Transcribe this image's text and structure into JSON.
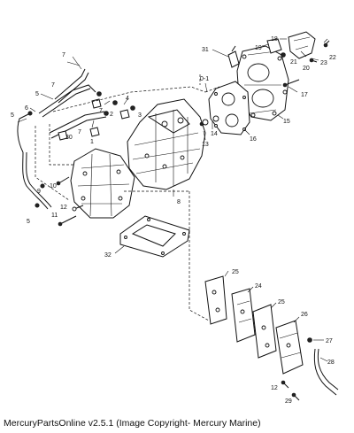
{
  "footer": {
    "caption": "MercuryPartsOnline v2.5.1 (Image Copyright- Mercury Marine)"
  },
  "callouts": [
    "31",
    "19",
    "18",
    "22",
    "20",
    "23",
    "21",
    "17",
    "15",
    "16",
    "13",
    "14",
    "0-1",
    "4",
    "3",
    "2",
    "1",
    "30",
    "7",
    "7",
    "7",
    "7",
    "6",
    "5",
    "5",
    "5",
    "9",
    "10",
    "11",
    "12",
    "8",
    "32",
    "25",
    "24",
    "25",
    "26",
    "27",
    "28",
    "12",
    "29"
  ]
}
